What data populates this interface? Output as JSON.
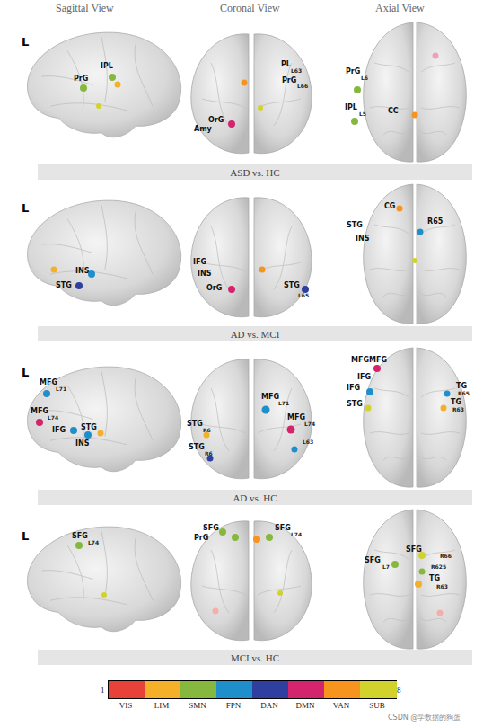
{
  "diagram": {
    "nodes": [
      {
        "text": [
          "ASD vs. HC"
        ]
      },
      {
        "text": [
          "AD vs. MCI"
        ]
      },
      {
        "text": [
          "AD vs. HC"
        ]
      },
      {
        "text": [
          "MCI vs. HC"
        ]
      }
    ],
    "labels": [
      "Sagittal View",
      "Coronal View",
      "Axial View",
      "L",
      "PrG",
      "IPL",
      "PL",
      "L63",
      "PrG",
      "L66",
      "Amy",
      "OrG",
      "PrG",
      "L6",
      "IPL",
      "L5",
      "CC",
      "L",
      "INS",
      "STG",
      "IFG",
      "INS",
      "OrG",
      "STG",
      "L65",
      "CG",
      "STG",
      "INS",
      "R65",
      "L",
      "MFG",
      "L71",
      "MFG",
      "L74",
      "IFG",
      "STG",
      "INS",
      "MFG",
      "L71",
      "MFG",
      "L74",
      "STG",
      "R6",
      "STG",
      "R6",
      "L63",
      "MFG",
      "MFG",
      "IFG",
      "IFG",
      "STG",
      "TG",
      "R65",
      "TG",
      "R63",
      "L",
      "SFG",
      "L74",
      "SFG",
      "PrG",
      "SFG",
      "L74",
      "SFG",
      "L7",
      "SFG",
      "R66",
      "R625",
      "TG",
      "R63",
      "1",
      "8",
      "CSDN @学数据的狗蛋"
    ],
    "legend": [
      {
        "text": "VIS",
        "color": "#e8413a"
      },
      {
        "text": "LIM",
        "color": "#f5b02a"
      },
      {
        "text": "SMN",
        "color": "#86b840"
      },
      {
        "text": "FPN",
        "color": "#1f8fcc"
      },
      {
        "text": "DAN",
        "color": "#2f3f9f"
      },
      {
        "text": "DMN",
        "color": "#d4246e"
      },
      {
        "text": "VAN",
        "color": "#f7941d"
      },
      {
        "text": "SUB",
        "color": "#d2d22c"
      }
    ]
  }
}
